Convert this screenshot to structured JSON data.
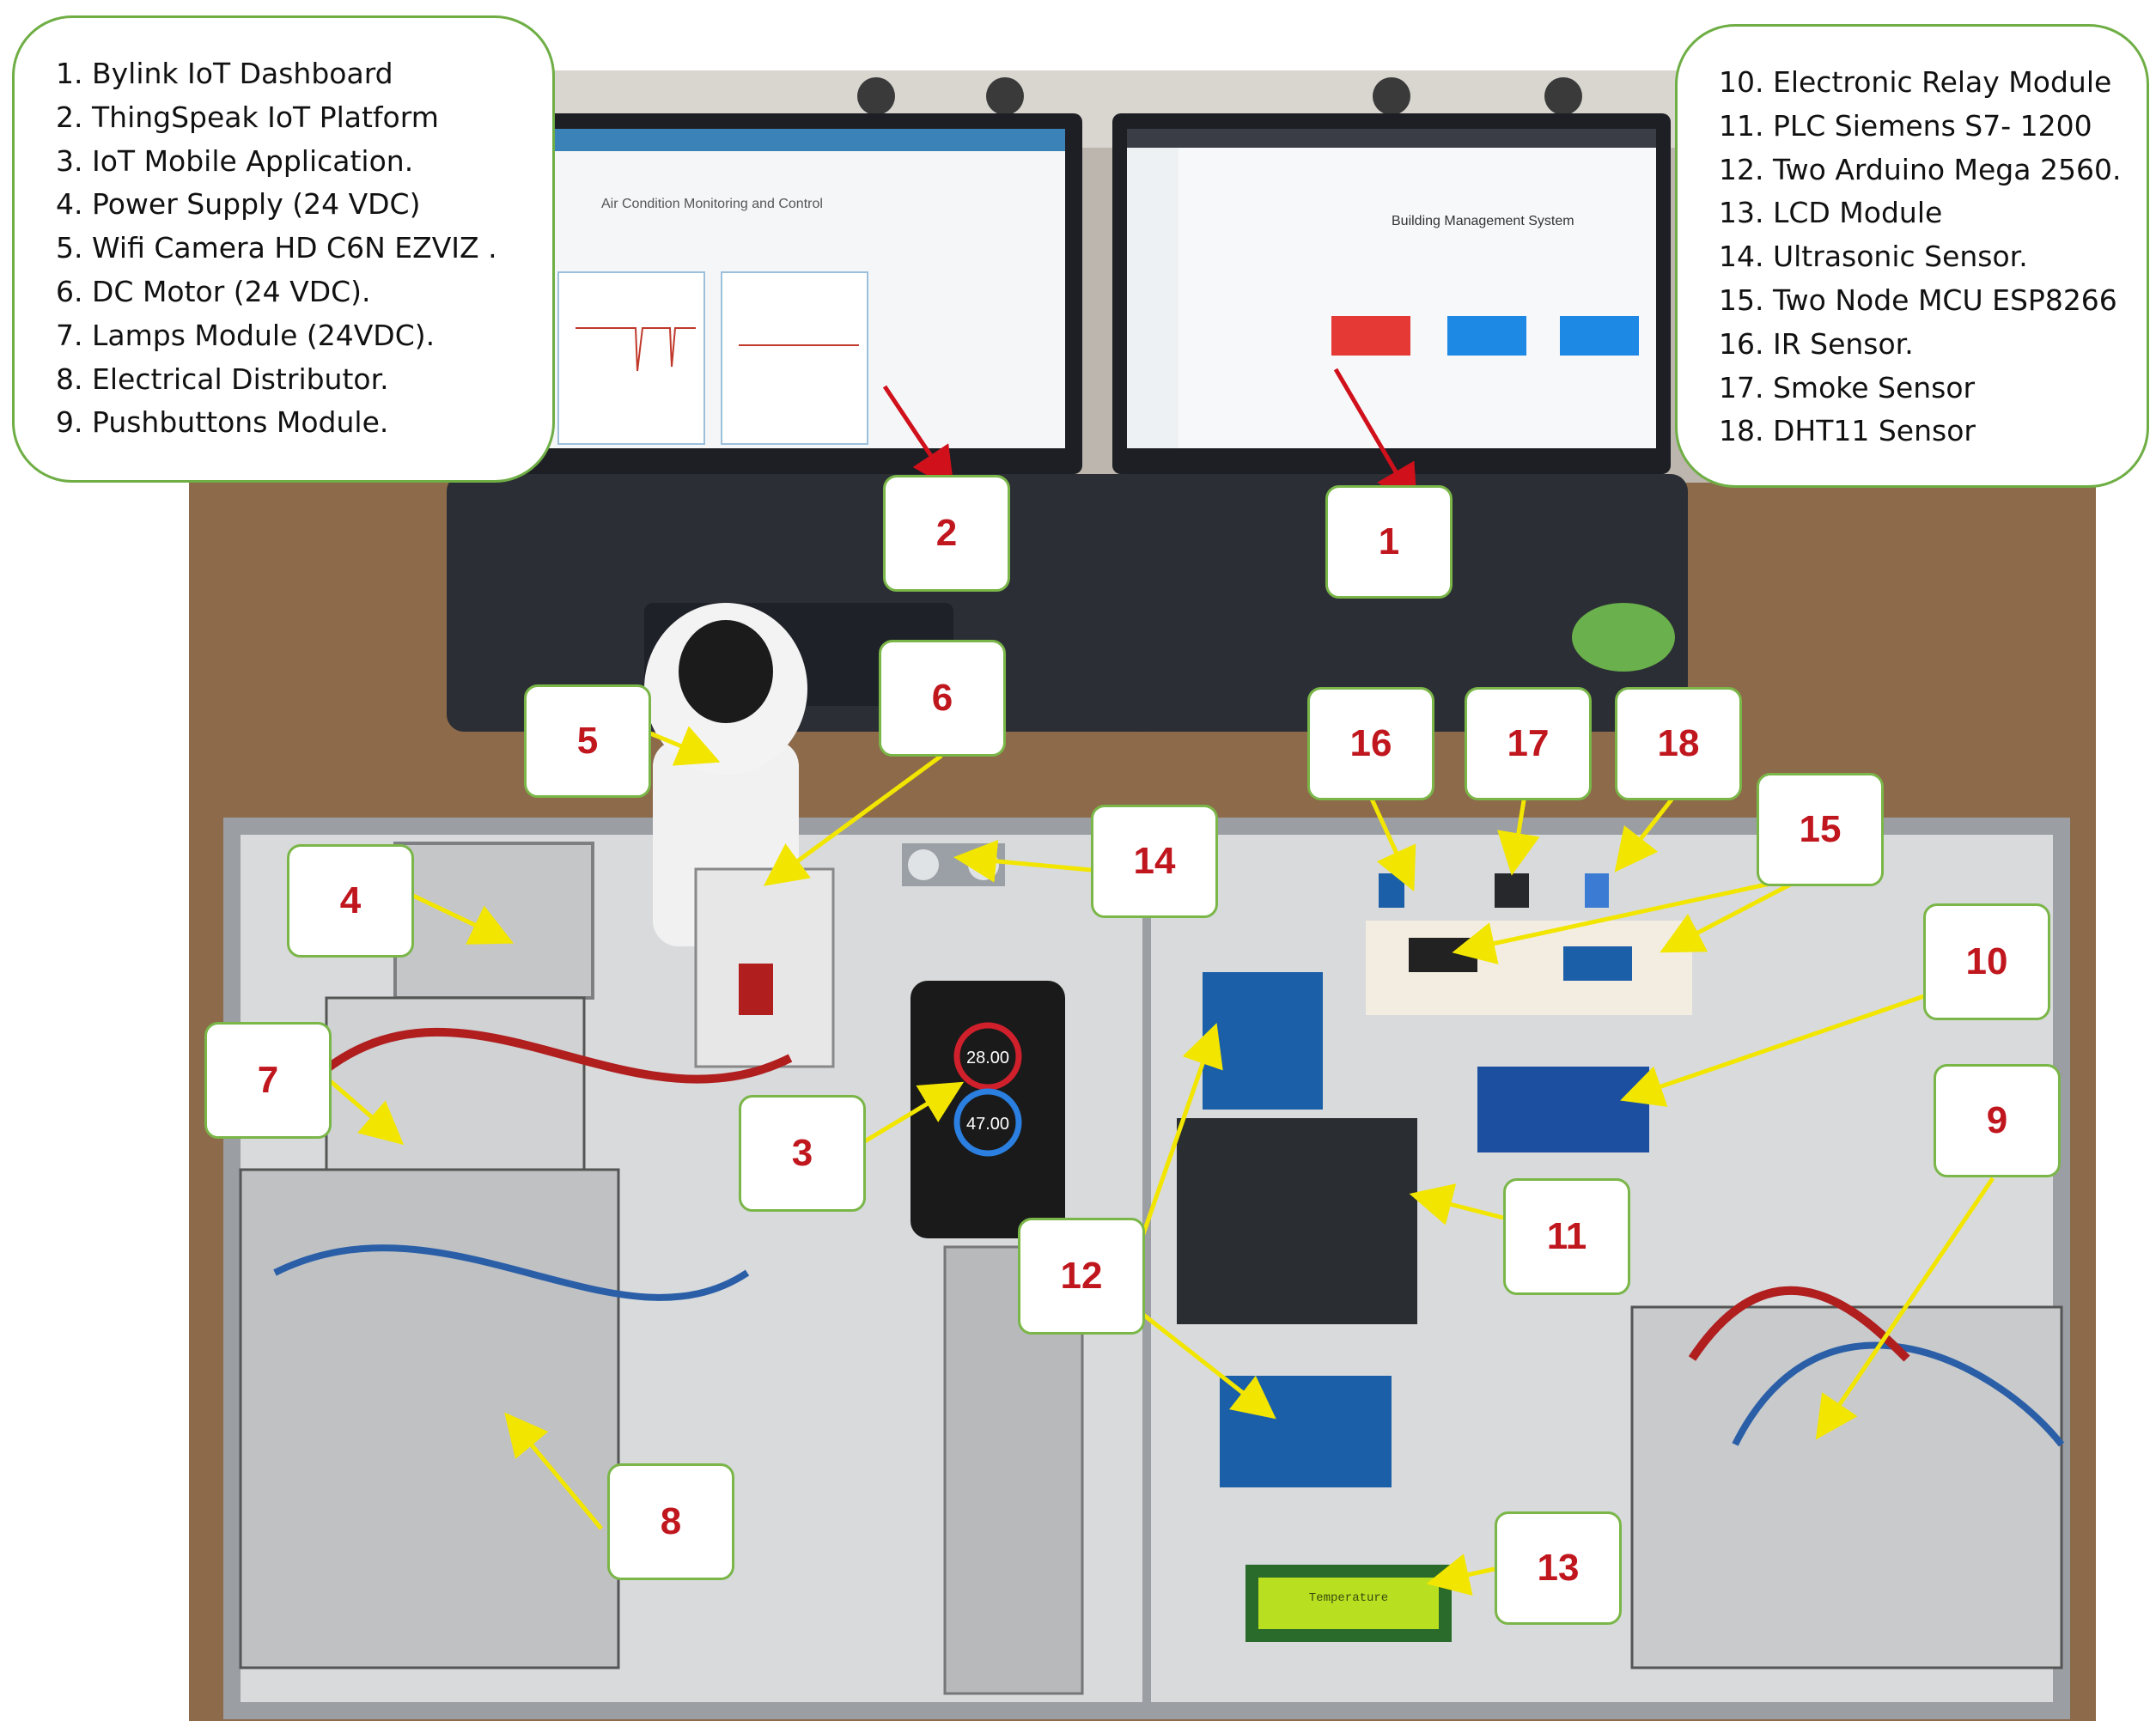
{
  "legend_left": [
    {
      "n": "1.",
      "text": "Bylink IoT Dashboard"
    },
    {
      "n": "2.",
      "text": "ThingSpeak IoT Platform"
    },
    {
      "n": "3.",
      "text": "IoT Mobile Application."
    },
    {
      "n": "4.",
      "text": "Power Supply (24 VDC)"
    },
    {
      "n": "5.",
      "text": "Wifi Camera HD C6N EZVIZ ."
    },
    {
      "n": "6.",
      "text": "DC Motor (24 VDC)."
    },
    {
      "n": "7.",
      "text": "Lamps Module (24VDC)."
    },
    {
      "n": "8.",
      "text": "Electrical Distributor."
    },
    {
      "n": "9.",
      "text": "Pushbuttons Module."
    }
  ],
  "legend_right": [
    {
      "n": "10.",
      "text": "Electronic Relay Module"
    },
    {
      "n": "11.",
      "text": "PLC Siemens S7- 1200"
    },
    {
      "n": "12.",
      "text": "Two Arduino Mega 2560."
    },
    {
      "n": "13.",
      "text": "LCD Module"
    },
    {
      "n": "14.",
      "text": "Ultrasonic Sensor."
    },
    {
      "n": "15.",
      "text": "Two Node MCU ESP8266"
    },
    {
      "n": "16.",
      "text": "IR Sensor."
    },
    {
      "n": "17.",
      "text": "Smoke Sensor"
    },
    {
      "n": "18.",
      "text": "DHT11 Sensor"
    }
  ],
  "callouts": {
    "c1": "1",
    "c2": "2",
    "c3": "3",
    "c4": "4",
    "c5": "5",
    "c6": "6",
    "c7": "7",
    "c8": "8",
    "c9": "9",
    "c10": "10",
    "c11": "11",
    "c12": "12",
    "c13": "13",
    "c14": "14",
    "c15": "15",
    "c16": "16",
    "c17": "17",
    "c18": "18"
  },
  "screen_text": {
    "thingspeak_title": "Air Condition Monitoring and Control",
    "blynk_title": "Building Management System",
    "phone_value_1": "28.00",
    "phone_value_2": "47.00",
    "lcd_text": "Temperature"
  },
  "colors": {
    "callout_text": "#c0161e",
    "callout_border": "#7ab648",
    "legend_border": "#6fae45",
    "arrow_yellow": "#f2e600",
    "arrow_red": "#d0101a"
  }
}
